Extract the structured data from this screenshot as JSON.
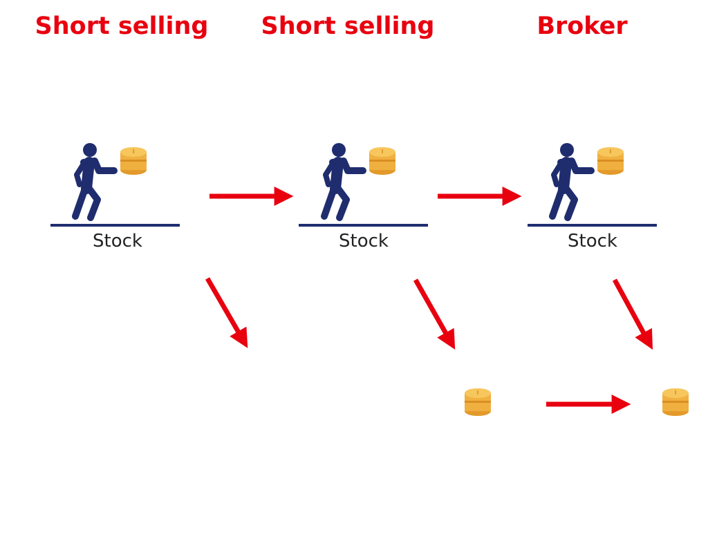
{
  "titles": [
    "Short selling",
    "Short selling",
    "Broker"
  ],
  "labels": [
    "Stock",
    "Stock",
    "Stock"
  ],
  "icons": {
    "person": "person-carrying-coins-icon",
    "coin": "coin-stack-icon",
    "arrow": "red-arrow"
  },
  "colors": {
    "title": "#e8000f",
    "arrow": "#e8000f",
    "person": "#1f2d6e",
    "ground": "#1f2d6e",
    "coin": "#f0b040",
    "text": "#222222"
  }
}
